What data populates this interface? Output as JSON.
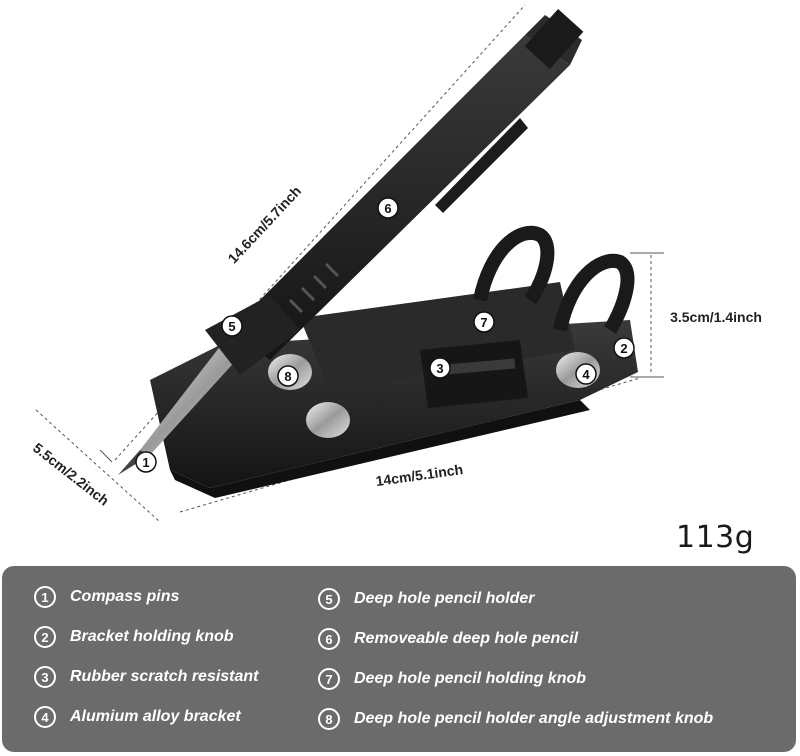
{
  "dimensions": {
    "pencil_length": "14.6cm/5.7inch",
    "height": "3.5cm/1.4inch",
    "depth": "5.5cm/2.2inch",
    "base_length": "14cm/5.1inch"
  },
  "weight": "113g",
  "callouts": [
    "1",
    "2",
    "3",
    "4",
    "5",
    "6",
    "7",
    "8"
  ],
  "legend": {
    "left": [
      {
        "num": "1",
        "label": "Compass pins"
      },
      {
        "num": "2",
        "label": "Bracket holding knob"
      },
      {
        "num": "3",
        "label": "Rubber scratch resistant"
      },
      {
        "num": "4",
        "label": "Alumium alloy bracket"
      }
    ],
    "right": [
      {
        "num": "5",
        "label": "Deep hole pencil holder"
      },
      {
        "num": "6",
        "label": "Removeable deep hole pencil"
      },
      {
        "num": "7",
        "label": "Deep hole pencil holding knob"
      },
      {
        "num": "8",
        "label": "Deep hole pencil holder angle adjustment knob"
      }
    ]
  },
  "colors": {
    "legend_background": "#6b6b6b",
    "tool_body": "#1e1e1e",
    "dimension_line": "#555555"
  }
}
